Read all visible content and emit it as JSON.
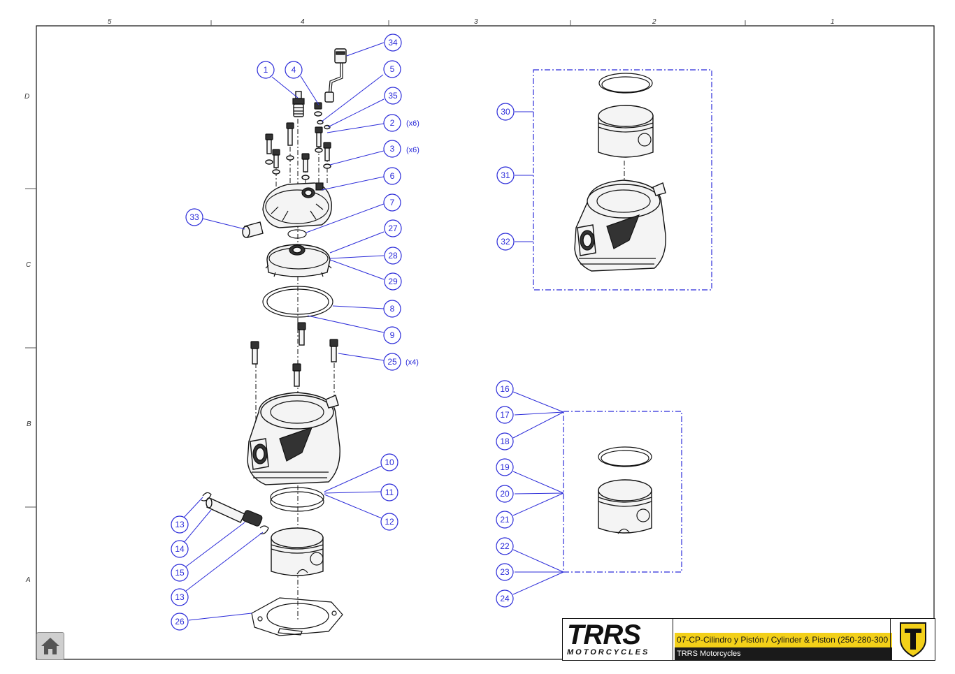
{
  "grid": {
    "columns": [
      "5",
      "4",
      "3",
      "2",
      "1"
    ],
    "rows": [
      "D",
      "C",
      "B",
      "A"
    ]
  },
  "callouts": [
    {
      "id": "34",
      "qty": ""
    },
    {
      "id": "1",
      "qty": ""
    },
    {
      "id": "4",
      "qty": ""
    },
    {
      "id": "5",
      "qty": ""
    },
    {
      "id": "35",
      "qty": ""
    },
    {
      "id": "2",
      "qty": "(x6)"
    },
    {
      "id": "3",
      "qty": "(x6)"
    },
    {
      "id": "6",
      "qty": ""
    },
    {
      "id": "33",
      "qty": ""
    },
    {
      "id": "7",
      "qty": ""
    },
    {
      "id": "27",
      "qty": ""
    },
    {
      "id": "28",
      "qty": ""
    },
    {
      "id": "29",
      "qty": ""
    },
    {
      "id": "8",
      "qty": ""
    },
    {
      "id": "9",
      "qty": ""
    },
    {
      "id": "25",
      "qty": "(x4)"
    },
    {
      "id": "10",
      "qty": ""
    },
    {
      "id": "11",
      "qty": ""
    },
    {
      "id": "12",
      "qty": ""
    },
    {
      "id": "13",
      "qty": ""
    },
    {
      "id": "14",
      "qty": ""
    },
    {
      "id": "15",
      "qty": ""
    },
    {
      "id": "13",
      "qty": ""
    },
    {
      "id": "26",
      "qty": ""
    },
    {
      "id": "30",
      "qty": ""
    },
    {
      "id": "31",
      "qty": ""
    },
    {
      "id": "32",
      "qty": ""
    },
    {
      "id": "16",
      "qty": ""
    },
    {
      "id": "17",
      "qty": ""
    },
    {
      "id": "18",
      "qty": ""
    },
    {
      "id": "19",
      "qty": ""
    },
    {
      "id": "20",
      "qty": ""
    },
    {
      "id": "21",
      "qty": ""
    },
    {
      "id": "22",
      "qty": ""
    },
    {
      "id": "23",
      "qty": ""
    },
    {
      "id": "24",
      "qty": ""
    }
  ],
  "title_block": {
    "logo": "TRRS",
    "logo_sub": "MOTORCYCLES",
    "title": "07-CP-Cilindro y Pistón / Cylinder & Piston (250-280-300",
    "company": "TRRS Motorcycles"
  },
  "colors": {
    "callout": "#2b2bd9",
    "title_bar": "#f3d019",
    "subtitle_bar": "#1a1a1a",
    "emblem": "#f3d019"
  },
  "icons": {
    "home": "home-icon",
    "emblem": "trrs-shield-icon"
  }
}
